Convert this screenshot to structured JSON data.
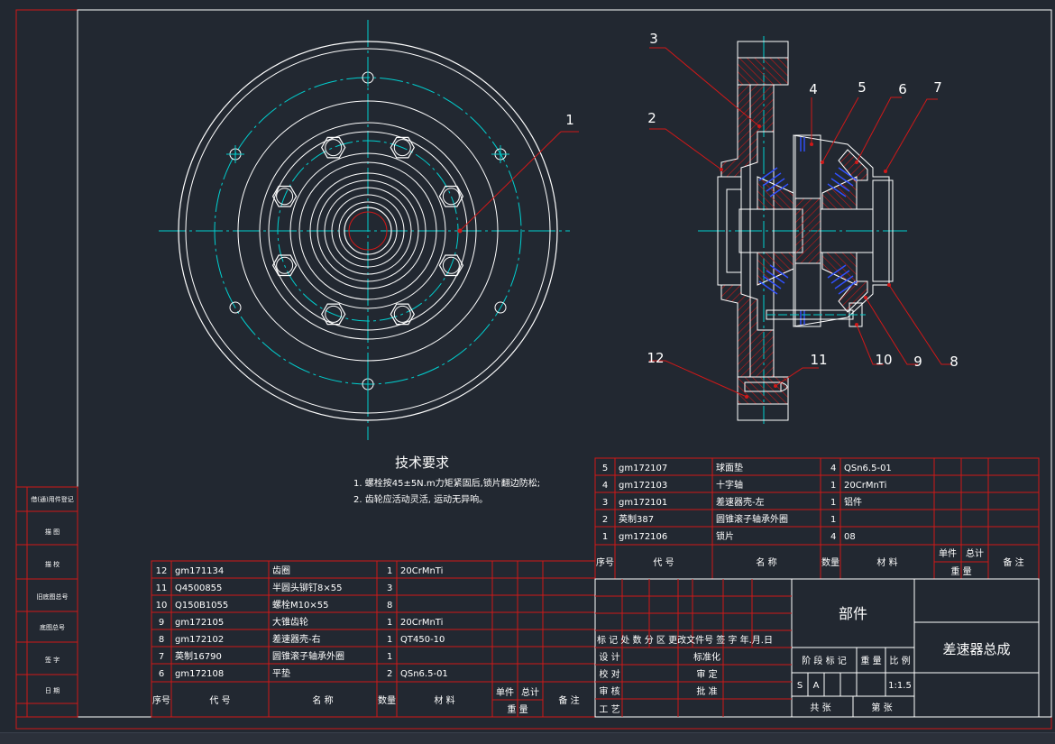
{
  "colors": {
    "background": "#222831",
    "outline": "#ffffff",
    "center_line": "#00d0d0",
    "table_line": "#d01818",
    "text": "#ffffff",
    "hatch": "#c81818",
    "bearing": "#3050ff",
    "leader": "#d01818"
  },
  "tech_requirements": {
    "title": "技术要求",
    "items": [
      "1. 螺栓按45±5N.m力矩紧固后,锁片翻边防松;",
      "2. 齿轮应活动灵活, 运动无异响。"
    ]
  },
  "balloons": [
    "1",
    "2",
    "3",
    "4",
    "5",
    "6",
    "7",
    "8",
    "9",
    "10",
    "11",
    "12"
  ],
  "side_block": {
    "labels": [
      "借(通)用件登记",
      "描 图",
      "描 校",
      "旧底图总号",
      "底图总号",
      "签 字",
      "日 期"
    ]
  },
  "bom_lower": {
    "rows": [
      {
        "no": "12",
        "code": "gm171134",
        "name": "齿圈",
        "qty": "1",
        "material": "20CrMnTi"
      },
      {
        "no": "11",
        "code": "Q4500855",
        "name": "半圆头铆钉8×55",
        "qty": "3",
        "material": ""
      },
      {
        "no": "10",
        "code": "Q150B1055",
        "name": "螺栓M10×55",
        "qty": "8",
        "material": ""
      },
      {
        "no": "9",
        "code": "gm172105",
        "name": "大锥齿轮",
        "qty": "1",
        "material": "20CrMnTi"
      },
      {
        "no": "8",
        "code": "gm172102",
        "name": "差速器壳-右",
        "qty": "1",
        "material": "QT450-10"
      },
      {
        "no": "7",
        "code": "英制16790",
        "name": "圆锥滚子轴承外圈",
        "qty": "1",
        "material": ""
      },
      {
        "no": "6",
        "code": "gm172108",
        "name": "平垫",
        "qty": "2",
        "material": "QSn6.5-01"
      }
    ],
    "header": {
      "no": "序号",
      "code": "代 号",
      "name": "名 称",
      "qty": "数量",
      "material": "材 料",
      "unit": "单件",
      "total": "总计",
      "weight": "重 量",
      "remark": "备 注"
    }
  },
  "bom_upper": {
    "rows": [
      {
        "no": "5",
        "code": "gm172107",
        "name": "球面垫",
        "qty": "4",
        "material": "QSn6.5-01"
      },
      {
        "no": "4",
        "code": "gm172103",
        "name": "十字轴",
        "qty": "1",
        "material": "20CrMnTi"
      },
      {
        "no": "3",
        "code": "gm172101",
        "name": "差速器壳-左",
        "qty": "1",
        "material": "铝件"
      },
      {
        "no": "2",
        "code": "英制387",
        "name": "圆锥滚子轴承外圈",
        "qty": "1",
        "material": ""
      },
      {
        "no": "1",
        "code": "gm172106",
        "name": "锁片",
        "qty": "4",
        "material": "08"
      }
    ],
    "header": {
      "no": "序号",
      "code": "代 号",
      "name": "名 称",
      "qty": "数量",
      "material": "材 料",
      "unit": "单件",
      "total": "总计",
      "weight": "重 量",
      "remark": "备 注"
    }
  },
  "title_block": {
    "part_label": "部件",
    "drawing_name": "差速器总成",
    "revision_header": "标 记 处 数 分 区 更改文件号 签 字 年.月.日",
    "left_labels": [
      "设 计",
      "校 对",
      "审 核",
      "工 艺"
    ],
    "mid_labels": [
      "标准化",
      "审 定",
      "批 准"
    ],
    "stage_header": [
      "阶 段 标 记",
      "重 量",
      "比 例"
    ],
    "stage_marks": [
      "S",
      "A"
    ],
    "scale": "1:1.5",
    "sheet_total": "共 张",
    "sheet_no": "第 张"
  }
}
